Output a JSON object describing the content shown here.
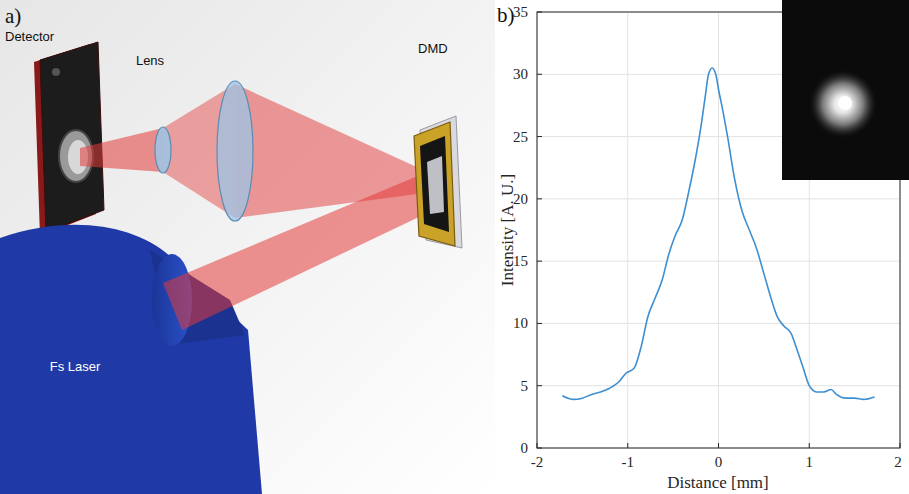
{
  "diagram": {
    "labels": [
      "a)",
      "Detector",
      "Lens",
      "DMD",
      "Fs Laser",
      "b)",
      "35",
      "30",
      "25",
      "20",
      "15",
      "10",
      "5",
      "0",
      "-2",
      "-1",
      "0",
      "1",
      "2",
      "Intensity [A. U.]",
      "Distance [mm]"
    ]
  }
}
